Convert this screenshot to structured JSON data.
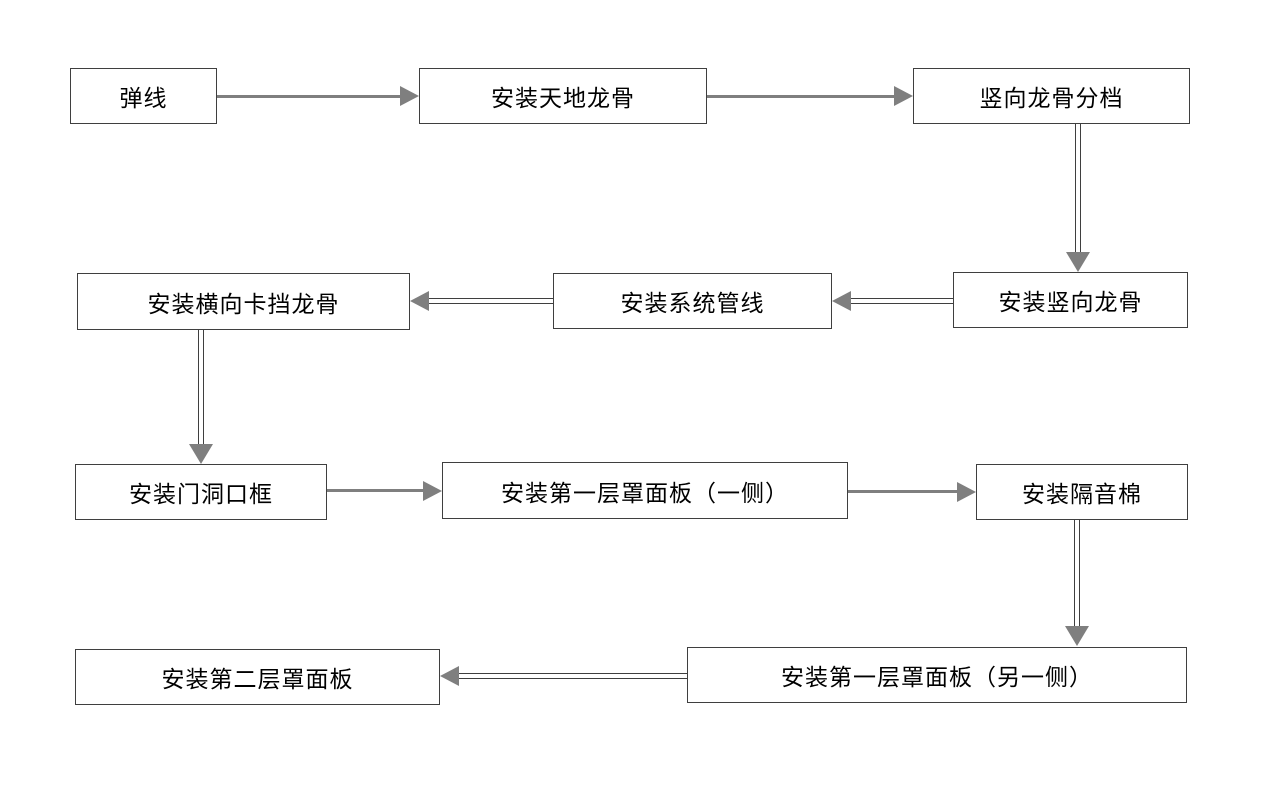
{
  "diagram": {
    "type": "flowchart",
    "background": "#ffffff",
    "colors": {
      "box_border": "#3f3f3f",
      "box_fill": "#ffffff",
      "text": "#000000",
      "arrow_line_gray": "#7f7f7f",
      "arrow_double_line": "#3f3f3f",
      "arrow_head": "#7f7f7f"
    }
  },
  "nodes": [
    {
      "id": "n1",
      "label": "弹线"
    },
    {
      "id": "n2",
      "label": "安装天地龙骨"
    },
    {
      "id": "n3",
      "label": "竖向龙骨分档"
    },
    {
      "id": "n4",
      "label": "安装竖向龙骨"
    },
    {
      "id": "n5",
      "label": "安装系统管线"
    },
    {
      "id": "n6",
      "label": "安装横向卡挡龙骨"
    },
    {
      "id": "n7",
      "label": "安装门洞口框"
    },
    {
      "id": "n8",
      "label": "安装第一层罩面板（一侧）"
    },
    {
      "id": "n9",
      "label": "安装隔音棉"
    },
    {
      "id": "n10",
      "label": "安装第一层罩面板（另一侧）"
    },
    {
      "id": "n11",
      "label": "安装第二层罩面板"
    }
  ],
  "edges": [
    {
      "from": "弹线",
      "to": "安装天地龙骨",
      "direction": "right",
      "style": "single-gray"
    },
    {
      "from": "安装天地龙骨",
      "to": "竖向龙骨分档",
      "direction": "right",
      "style": "single-gray"
    },
    {
      "from": "竖向龙骨分档",
      "to": "安装竖向龙骨",
      "direction": "down",
      "style": "double-line"
    },
    {
      "from": "安装竖向龙骨",
      "to": "安装系统管线",
      "direction": "left",
      "style": "double-line"
    },
    {
      "from": "安装系统管线",
      "to": "安装横向卡挡龙骨",
      "direction": "left",
      "style": "double-line"
    },
    {
      "from": "安装横向卡挡龙骨",
      "to": "安装门洞口框",
      "direction": "down",
      "style": "double-line"
    },
    {
      "from": "安装门洞口框",
      "to": "安装第一层罩面板（一侧）",
      "direction": "right",
      "style": "single-gray"
    },
    {
      "from": "安装第一层罩面板（一侧）",
      "to": "安装隔音棉",
      "direction": "right",
      "style": "single-gray"
    },
    {
      "from": "安装隔音棉",
      "to": "安装第一层罩面板（另一侧）",
      "direction": "down",
      "style": "double-line"
    },
    {
      "from": "安装第一层罩面板（另一侧）",
      "to": "安装第二层罩面板",
      "direction": "left",
      "style": "double-line"
    }
  ]
}
